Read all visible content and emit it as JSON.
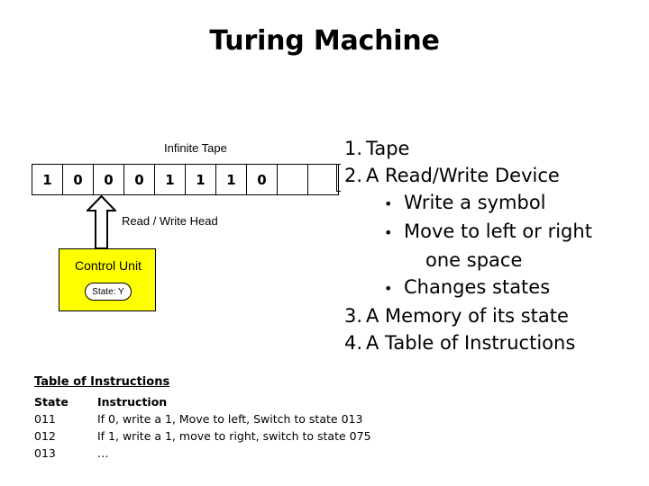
{
  "slide": {
    "title": "Turing Machine"
  },
  "tape": {
    "label": "Infinite Tape",
    "cells": [
      "1",
      "0",
      "0",
      "0",
      "1",
      "1",
      "1",
      "0",
      "",
      ""
    ],
    "head_label": "Read / Write Head",
    "head_position_index": 2
  },
  "control_unit": {
    "label": "Control Unit",
    "state_label": "State: Y",
    "fill_color": "#FFFF00",
    "border_color": "#000000",
    "state_pill_fill": "#FFFFFF"
  },
  "features": [
    {
      "marker": "1.",
      "text": "Tape",
      "level": "top"
    },
    {
      "marker": "2.",
      "text": "A Read/Write Device",
      "level": "top"
    },
    {
      "marker": "•",
      "text": "Write a symbol",
      "level": "sub"
    },
    {
      "marker": "•",
      "text": "Move to left or right",
      "level": "sub"
    },
    {
      "marker": "",
      "text": "one space",
      "level": "cont"
    },
    {
      "marker": "•",
      "text": "Changes states",
      "level": "sub"
    },
    {
      "marker": "3.",
      "text": "A Memory of its state",
      "level": "top"
    },
    {
      "marker": "4.",
      "text": "A Table of Instructions",
      "level": "top"
    }
  ],
  "instructions_table": {
    "caption": "Table of Instructions",
    "headers": {
      "state": "State",
      "instruction": "Instruction"
    },
    "rows": [
      {
        "state": "011",
        "instruction": "If 0, write a 1, Move to left, Switch to state 013"
      },
      {
        "state": "012",
        "instruction": "If 1, write a 1, move to right, switch to state 075"
      },
      {
        "state": "013",
        "instruction": "…"
      }
    ]
  }
}
